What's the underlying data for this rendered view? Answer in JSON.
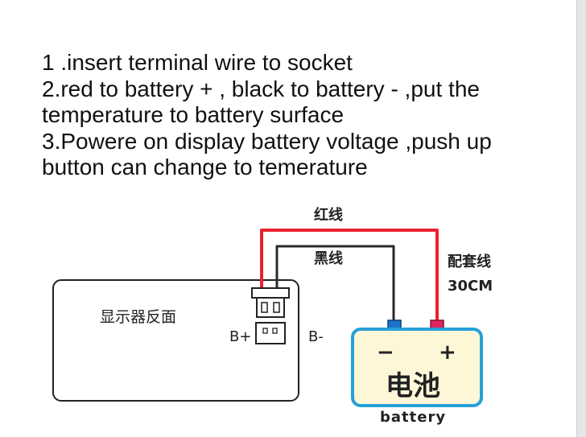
{
  "instructions": {
    "lines": [
      "1 .insert terminal wire to socket",
      "2.red to battery + , black to battery -  ,put the",
      "temperature to battery surface",
      "3.Powere on display battery voltage ,push up",
      "button can change to temerature"
    ]
  },
  "diagram": {
    "red_wire_label": "红线",
    "black_wire_label": "黑线",
    "cable_label": "配套线",
    "cable_length": "30CM",
    "display_back_label": "显示器反面",
    "b_plus": "B+",
    "b_minus": "B-",
    "battery_minus": "−",
    "battery_plus": "+",
    "battery_cn": "电池",
    "battery_en": "battery",
    "colors": {
      "red_wire": "#e8242e",
      "black_wire": "#2a2a2a",
      "battery_fill": "#fdf7d8",
      "battery_border": "#25a0d8",
      "terminal_blue": "#1a74c8",
      "terminal_red": "#e0245e"
    }
  }
}
